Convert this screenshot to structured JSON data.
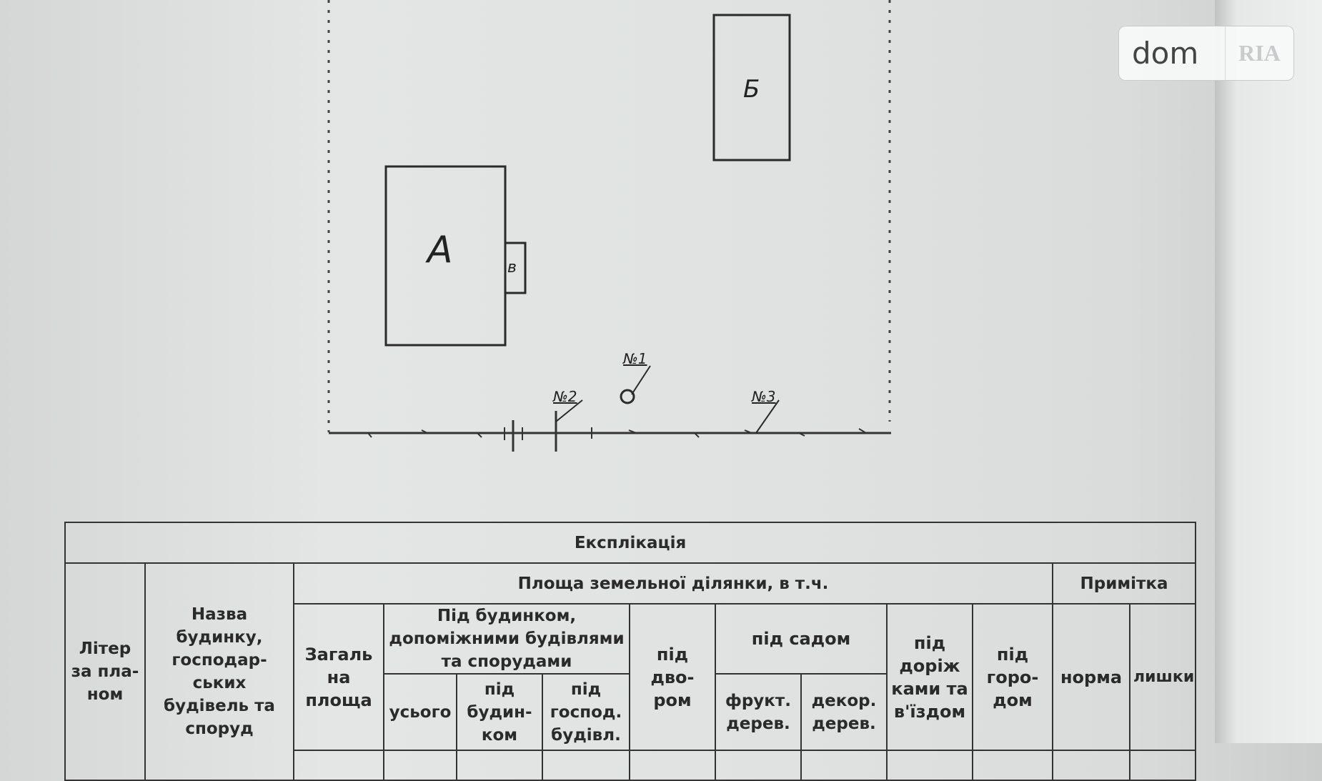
{
  "watermark": {
    "brand_left": "dom",
    "brand_right": "RIA"
  },
  "plan": {
    "building_a": "А",
    "building_b": "Б",
    "annex_v": "в",
    "marker_1": "№1",
    "marker_2": "№2",
    "marker_3": "№3"
  },
  "table": {
    "caption": "Експлікація",
    "col_letter": "Літер за пла-ном",
    "col_name": "Назва будинку, господар-ських будівель та споруд",
    "col_area_group": "Площа земельної ділянки, в т.ч.",
    "col_note_group": "Примітка",
    "col_total": "Загаль на площа",
    "col_under_buildings": "Під будинком, допоміжними будівлями та спорудами",
    "col_yard": "під дво-ром",
    "col_garden_group": "під садом",
    "col_paths": "під доріж ками та в'їздом",
    "col_vegetable": "під горо-дом",
    "col_all": "усього",
    "col_under_house": "під будин-ком",
    "col_under_outbuildings": "під господ. будівл.",
    "col_fruit_trees": "фрукт. дерев.",
    "col_decor_trees": "декор. дерев.",
    "col_norm": "норма",
    "col_excess": "лишки"
  }
}
